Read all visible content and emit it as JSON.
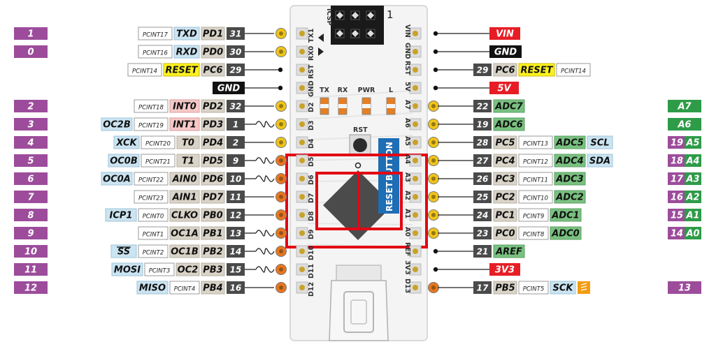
{
  "colors": {
    "arduino": "#9c4c9b",
    "pcint": "#ffffff",
    "serial": "#cbe4f1",
    "reset": "#fff21e",
    "interrupt": "#f5c9c8",
    "port": "#d9d3c8",
    "physical": "#4a4a4a",
    "power": "#e71d25",
    "ground": "#111111",
    "analog": "#2e9b48",
    "adc": "#79c180",
    "highlight": "#e30613",
    "reset_button": "#1e6db5"
  },
  "board": {
    "icsp_label": "ICSP",
    "icsp_pin1": "1",
    "left_pins": [
      "TX1",
      "RX0",
      "RST",
      "GND",
      "D2",
      "D3",
      "D4",
      "D5",
      "D6",
      "D7",
      "D8",
      "D9",
      "D10",
      "D11",
      "D12"
    ],
    "right_pins": [
      "VIN",
      "GND",
      "RST",
      "5V",
      "A7",
      "A6",
      "A5",
      "A4",
      "A3",
      "A2",
      "A1",
      "A0",
      "REF",
      "3V3",
      "D13"
    ],
    "leds": [
      "TX",
      "RX",
      "PWR",
      "L"
    ],
    "rst_label": "RST",
    "button_label": "BUTTON",
    "reset_label": "RESET"
  },
  "left_rows": [
    {
      "ard": "1",
      "tags": [
        [
          "PCINT17",
          "pcint"
        ],
        [
          "TXD",
          "serial"
        ],
        [
          "PD1",
          "port"
        ],
        [
          "31",
          "physical"
        ]
      ],
      "pin_color": "#f0c419",
      "wave": false
    },
    {
      "ard": "0",
      "tags": [
        [
          "PCINT16",
          "pcint"
        ],
        [
          "RXD",
          "serial"
        ],
        [
          "PD0",
          "port"
        ],
        [
          "30",
          "physical"
        ]
      ],
      "pin_color": "#f0c419",
      "wave": false
    },
    {
      "ard": "",
      "tags": [
        [
          "PCINT14",
          "pcint"
        ],
        [
          "RESET",
          "reset"
        ],
        [
          "PC6",
          "port"
        ],
        [
          "29",
          "physical"
        ]
      ],
      "pin_color": "",
      "wave": false
    },
    {
      "ard": "",
      "tags": [
        [
          "GND",
          "ground"
        ]
      ],
      "pin_color": "",
      "wave": false
    },
    {
      "ard": "2",
      "tags": [
        [
          "PCINT18",
          "pcint"
        ],
        [
          "INT0",
          "interrupt"
        ],
        [
          "PD2",
          "port"
        ],
        [
          "32",
          "physical"
        ]
      ],
      "pin_color": "#f0c419",
      "wave": false
    },
    {
      "ard": "3",
      "tags": [
        [
          "OC2B",
          "serial"
        ],
        [
          "PCINT19",
          "pcint"
        ],
        [
          "INT1",
          "interrupt"
        ],
        [
          "PD3",
          "port"
        ],
        [
          "1",
          "physical"
        ]
      ],
      "pin_color": "#f0c419",
      "wave": true
    },
    {
      "ard": "4",
      "tags": [
        [
          "XCK",
          "serial"
        ],
        [
          "PCINT20",
          "pcint"
        ],
        [
          "T0",
          "port"
        ],
        [
          "PD4",
          "port"
        ],
        [
          "2",
          "physical"
        ]
      ],
      "pin_color": "#f0c419",
      "wave": false
    },
    {
      "ard": "5",
      "tags": [
        [
          "OC0B",
          "serial"
        ],
        [
          "PCINT21",
          "pcint"
        ],
        [
          "T1",
          "port"
        ],
        [
          "PD5",
          "port"
        ],
        [
          "9",
          "physical"
        ]
      ],
      "pin_color": "#e8761f",
      "wave": true
    },
    {
      "ard": "6",
      "tags": [
        [
          "OC0A",
          "serial"
        ],
        [
          "PCINT22",
          "pcint"
        ],
        [
          "AIN0",
          "port"
        ],
        [
          "PD6",
          "port"
        ],
        [
          "10",
          "physical"
        ]
      ],
      "pin_color": "#e8761f",
      "wave": true
    },
    {
      "ard": "7",
      "tags": [
        [
          "PCINT23",
          "pcint"
        ],
        [
          "AIN1",
          "port"
        ],
        [
          "PD7",
          "port"
        ],
        [
          "11",
          "physical"
        ]
      ],
      "pin_color": "#e8761f",
      "wave": false
    },
    {
      "ard": "8",
      "tags": [
        [
          "ICP1",
          "serial"
        ],
        [
          "PCINT0",
          "pcint"
        ],
        [
          "CLKO",
          "port"
        ],
        [
          "PB0",
          "port"
        ],
        [
          "12",
          "physical"
        ]
      ],
      "pin_color": "#e8761f",
      "wave": false
    },
    {
      "ard": "9",
      "tags": [
        [
          "PCINT1",
          "pcint"
        ],
        [
          "OC1A",
          "port"
        ],
        [
          "PB1",
          "port"
        ],
        [
          "13",
          "physical"
        ]
      ],
      "pin_color": "#e8761f",
      "wave": true
    },
    {
      "ard": "10",
      "tags": [
        [
          "SS",
          "serial"
        ],
        [
          "PCINT2",
          "pcint"
        ],
        [
          "OC1B",
          "port"
        ],
        [
          "PB2",
          "port"
        ],
        [
          "14",
          "physical"
        ]
      ],
      "pin_color": "#e8761f",
      "wave": true
    },
    {
      "ard": "11",
      "tags": [
        [
          "MOSI",
          "serial"
        ],
        [
          "PCINT3",
          "pcint"
        ],
        [
          "OC2",
          "port"
        ],
        [
          "PB3",
          "port"
        ],
        [
          "15",
          "physical"
        ]
      ],
      "pin_color": "#e8761f",
      "wave": true
    },
    {
      "ard": "12",
      "tags": [
        [
          "MISO",
          "serial"
        ],
        [
          "PCINT4",
          "pcint"
        ],
        [
          "PB4",
          "port"
        ],
        [
          "16",
          "physical"
        ]
      ],
      "pin_color": "#e8761f",
      "wave": false
    }
  ],
  "right_rows": [
    {
      "tags": [
        [
          "VIN",
          "power"
        ]
      ],
      "analog": "",
      "ard_num": "",
      "ard": "",
      "pin_color": "",
      "wave": false
    },
    {
      "tags": [
        [
          "GND",
          "ground"
        ]
      ],
      "analog": "",
      "ard_num": "",
      "ard": "",
      "pin_color": "",
      "wave": false
    },
    {
      "tags": [
        [
          "29",
          "physical"
        ],
        [
          "PC6",
          "port"
        ],
        [
          "RESET",
          "reset"
        ],
        [
          "PCINT14",
          "pcint"
        ]
      ],
      "analog": "",
      "ard_num": "",
      "ard": "",
      "pin_color": "",
      "wave": false
    },
    {
      "tags": [
        [
          "5V",
          "power"
        ]
      ],
      "analog": "",
      "ard_num": "",
      "ard": "",
      "pin_color": "",
      "wave": false
    },
    {
      "tags": [
        [
          "22",
          "physical"
        ],
        [
          "ADC7",
          "adc"
        ]
      ],
      "analog": "A7",
      "ard_num": "",
      "ard": "",
      "pin_color": "#f0c419",
      "wave": false
    },
    {
      "tags": [
        [
          "19",
          "physical"
        ],
        [
          "ADC6",
          "adc"
        ]
      ],
      "analog": "A6",
      "ard_num": "",
      "ard": "",
      "pin_color": "#f0c419",
      "wave": false
    },
    {
      "tags": [
        [
          "28",
          "physical"
        ],
        [
          "PC5",
          "port"
        ],
        [
          "PCINT13",
          "pcint"
        ],
        [
          "ADC5",
          "adc"
        ],
        [
          "SCL",
          "serial"
        ]
      ],
      "analog": "",
      "ard_num": "19",
      "ard": "A5",
      "pin_color": "#f0c419",
      "wave": false
    },
    {
      "tags": [
        [
          "27",
          "physical"
        ],
        [
          "PC4",
          "port"
        ],
        [
          "PCINT12",
          "pcint"
        ],
        [
          "ADC4",
          "adc"
        ],
        [
          "SDA",
          "serial"
        ]
      ],
      "analog": "",
      "ard_num": "18",
      "ard": "A4",
      "pin_color": "#f0c419",
      "wave": false
    },
    {
      "tags": [
        [
          "26",
          "physical"
        ],
        [
          "PC3",
          "port"
        ],
        [
          "PCINT11",
          "pcint"
        ],
        [
          "ADC3",
          "adc"
        ]
      ],
      "analog": "",
      "ard_num": "17",
      "ard": "A3",
      "pin_color": "#f0c419",
      "wave": false
    },
    {
      "tags": [
        [
          "25",
          "physical"
        ],
        [
          "PC2",
          "port"
        ],
        [
          "PCINT10",
          "pcint"
        ],
        [
          "ADC2",
          "adc"
        ]
      ],
      "analog": "",
      "ard_num": "16",
      "ard": "A2",
      "pin_color": "#f0c419",
      "wave": false
    },
    {
      "tags": [
        [
          "24",
          "physical"
        ],
        [
          "PC1",
          "port"
        ],
        [
          "PCINT9",
          "pcint"
        ],
        [
          "ADC1",
          "adc"
        ]
      ],
      "analog": "",
      "ard_num": "15",
      "ard": "A1",
      "pin_color": "#f0c419",
      "wave": false
    },
    {
      "tags": [
        [
          "23",
          "physical"
        ],
        [
          "PC0",
          "port"
        ],
        [
          "PCINT8",
          "pcint"
        ],
        [
          "ADC0",
          "adc"
        ]
      ],
      "analog": "",
      "ard_num": "14",
      "ard": "A0",
      "pin_color": "#f0c419",
      "wave": false
    },
    {
      "tags": [
        [
          "21",
          "physical"
        ],
        [
          "AREF",
          "adc"
        ]
      ],
      "analog": "",
      "ard_num": "",
      "ard": "",
      "pin_color": "",
      "wave": false
    },
    {
      "tags": [
        [
          "3V3",
          "power"
        ]
      ],
      "analog": "",
      "ard_num": "",
      "ard": "",
      "pin_color": "",
      "wave": false
    },
    {
      "tags": [
        [
          "17",
          "physical"
        ],
        [
          "PB5",
          "port"
        ],
        [
          "PCINT5",
          "pcint"
        ],
        [
          "SCK",
          "serial"
        ]
      ],
      "analog": "",
      "ard_num": "",
      "ard": "13",
      "pin_color": "#e8761f",
      "wave": false
    }
  ]
}
